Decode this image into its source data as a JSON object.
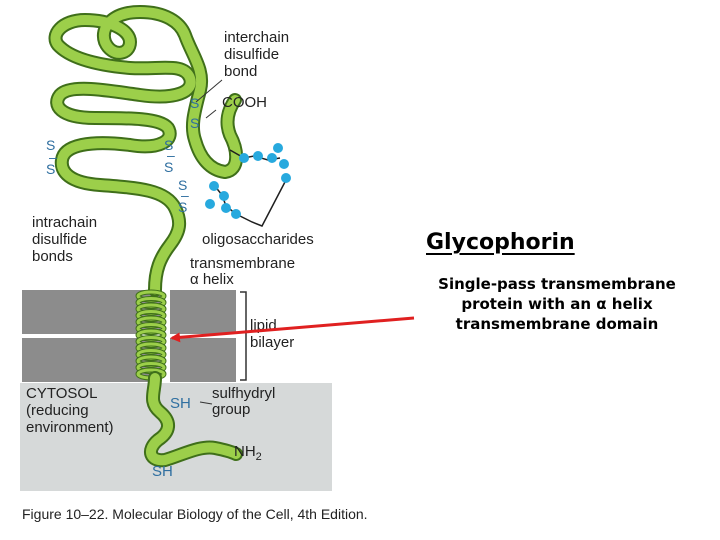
{
  "title": "Glycophorin",
  "description": [
    "Single-pass transmembrane",
    "protein with an α helix",
    "transmembrane domain"
  ],
  "caption": "Figure 10–22. Molecular Biology of the Cell, 4th Edition.",
  "labels": {
    "interchain": [
      "interchain",
      "disulfide",
      "bond"
    ],
    "cooh": "COOH",
    "intrachain": [
      "intrachain",
      "disulfide",
      "bonds"
    ],
    "oligosaccharides": "oligosaccharides",
    "helix": [
      "transmembrane",
      "α helix"
    ],
    "bilayer": [
      "lipid",
      "bilayer"
    ],
    "cytosol": [
      "CYTOSOL",
      "(reducing",
      "environment)"
    ],
    "sulfhydryl": [
      "sulfhydryl",
      "group"
    ],
    "nh2": "NH",
    "nh2_sub": "2",
    "sh1": "SH",
    "sh2": "SH",
    "s": "S",
    "dash": "–"
  },
  "colors": {
    "chain": "#9ccf4a",
    "chain_outline": "#3f6f1a",
    "sugar": "#27a9de",
    "membrane": "#8c8c8c",
    "cytosol": "#d6d9d9",
    "arrow": "#e02020"
  }
}
